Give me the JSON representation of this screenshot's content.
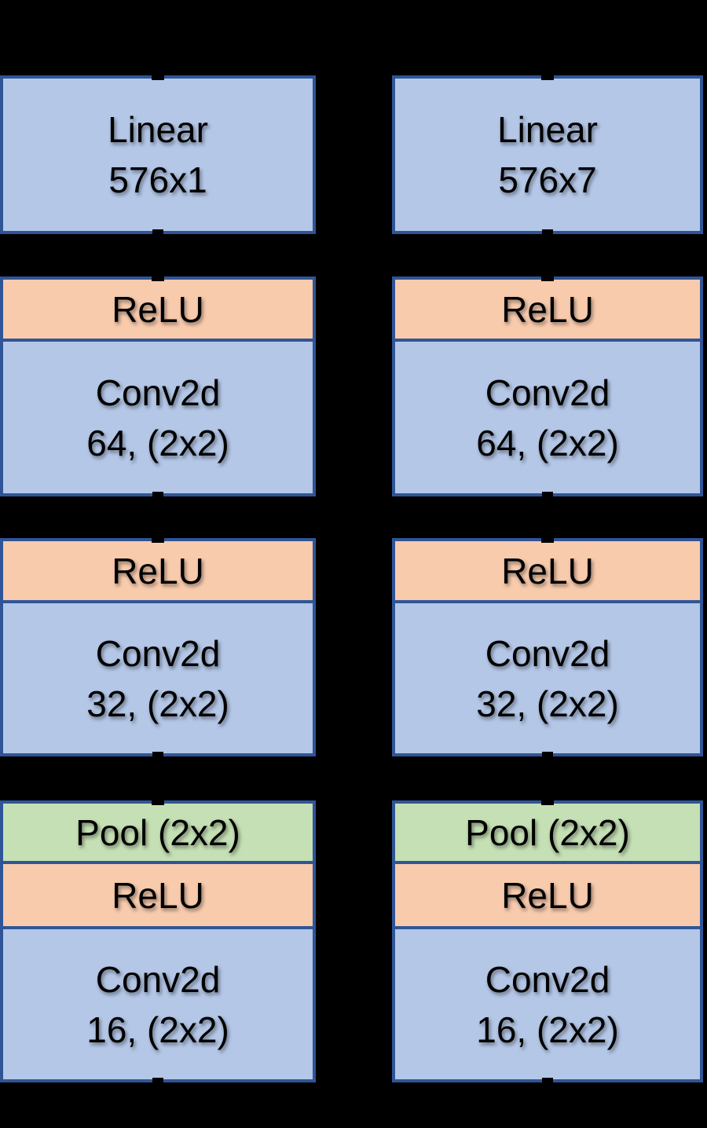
{
  "diagram": {
    "background_color": "#000000",
    "border_color": "#2f5597",
    "linear_fill_color": "#b4c7e7",
    "conv_fill_color": "#b4c7e7",
    "relu_fill_color": "#f8cbad",
    "pool_fill_color": "#c5e0b4",
    "text_color": "#000000",
    "left_column": {
      "linear_block": {
        "title": "Linear",
        "shape": "576x1"
      },
      "conv64_block": {
        "relu_label": "ReLU",
        "conv_title": "Conv2d",
        "conv_params": "64, (2x2)"
      },
      "conv32_block": {
        "relu_label": "ReLU",
        "conv_title": "Conv2d",
        "conv_params": "32, (2x2)"
      },
      "conv16_block": {
        "pool_label": "Pool (2x2)",
        "relu_label": "ReLU",
        "conv_title": "Conv2d",
        "conv_params": "16, (2x2)"
      }
    },
    "right_column": {
      "linear_block": {
        "title": "Linear",
        "shape": "576x7"
      },
      "conv64_block": {
        "relu_label": "ReLU",
        "conv_title": "Conv2d",
        "conv_params": "64, (2x2)"
      },
      "conv32_block": {
        "relu_label": "ReLU",
        "conv_title": "Conv2d",
        "conv_params": "32, (2x2)"
      },
      "conv16_block": {
        "pool_label": "Pool (2x2)",
        "relu_label": "ReLU",
        "conv_title": "Conv2d",
        "conv_params": "16, (2x2)"
      }
    }
  }
}
